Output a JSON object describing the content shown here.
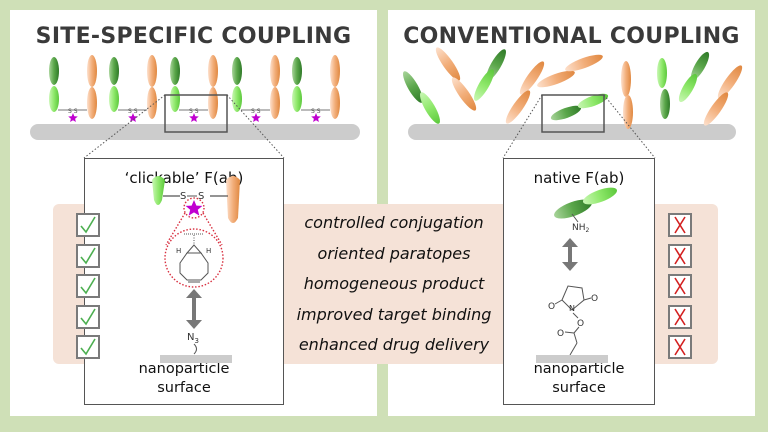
{
  "left_panel": {
    "title": "SITE-SPECIFIC COUPLING",
    "inset_title": "‘clickable’ F(ab)",
    "inset_footer": [
      "nanoparticle",
      "surface"
    ],
    "azide_label": "N3",
    "disulfide_label": "S–S",
    "linker_icon": "star-icon",
    "linker_structure": "bicyclononyne",
    "verdict_icon": "checkmark-icon",
    "verdict_color": "#4caf50"
  },
  "right_panel": {
    "title": "CONVENTIONAL COUPLING",
    "inset_title": "native F(ab)",
    "inset_footer": [
      "nanoparticle",
      "surface"
    ],
    "amine_label": "NH2",
    "linker_structure": "NHS ester",
    "verdict_icon": "cross-icon",
    "verdict_color": "#d42020"
  },
  "benefits": [
    "controlled conjugation",
    "oriented paratopes",
    "homogeneous product",
    "improved target binding",
    "enhanced drug delivery"
  ],
  "colors": {
    "background": "#cfe0b7",
    "band": "#f5e2d7",
    "surface": "#cccccc",
    "light_green": "#8ee86a",
    "dark_green": "#4e9a3e",
    "orange": "#f0a66a",
    "star": "#c000d0",
    "dotted_red": "#d83040"
  }
}
